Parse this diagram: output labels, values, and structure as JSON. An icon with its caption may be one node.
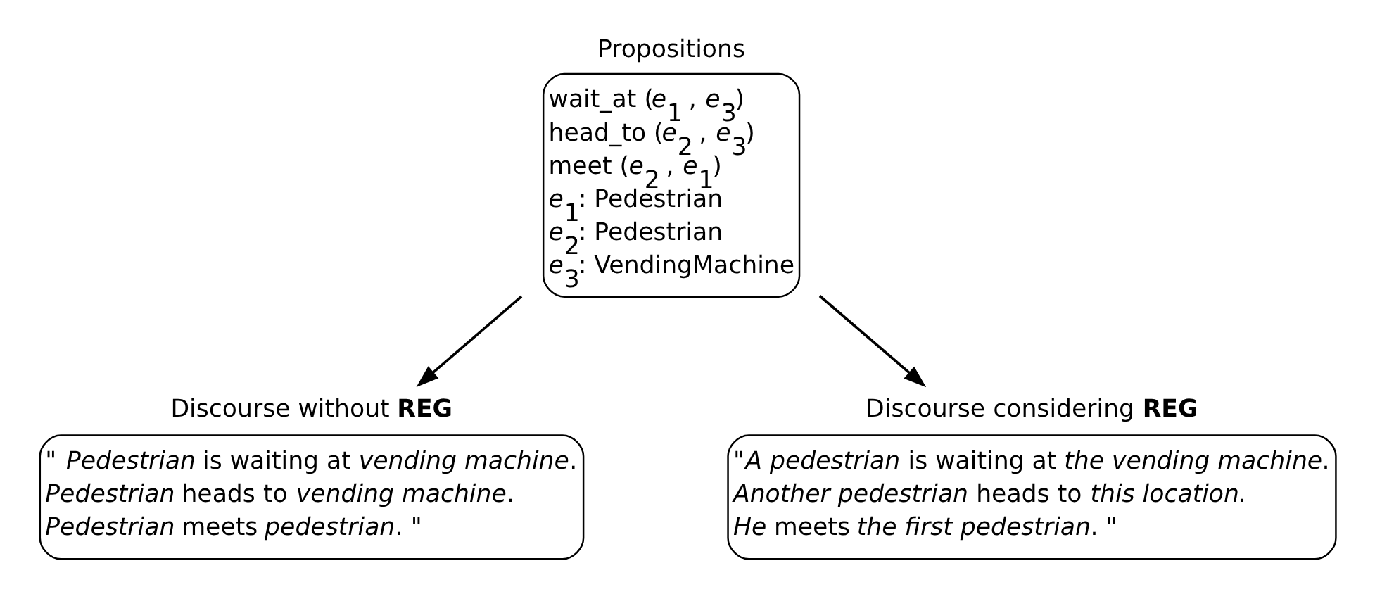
{
  "diagram": {
    "nodes": [
      {
        "text": [
          "Propositions",
          "wait_at (*e*$_{1}$ , *e*$_{3}$)",
          "head_to (*e*$_{2}$ , *e*$_{3}$)",
          "meet (*e*$_{2}$ , *e*$_{1}$)",
          "*e*$_{1}$: Pedestrian",
          "*e*$_{2}$: Pedestrian",
          "*e*$_{3}$: VendingMachine"
        ]
      },
      {
        "text": [
          "Discourse without **REG**",
          "\" *Pedestrian* is waiting at *vending machine*. *Pedestrian* heads to *vending machine*. *Pedestrian* meets *pedestrian*. \""
        ]
      },
      {
        "text": [
          "Discourse considering **REG**",
          "\"*A pedestrian* is waiting at *the vending machine*. *Another pedestrian* heads to *this location*. *He* meets *the first pedestrian*. \""
        ]
      }
    ],
    "edges": [
      {
        "from": 0,
        "to": 1,
        "arrow": "to"
      },
      {
        "from": 0,
        "to": 2,
        "arrow": "to"
      }
    ]
  }
}
